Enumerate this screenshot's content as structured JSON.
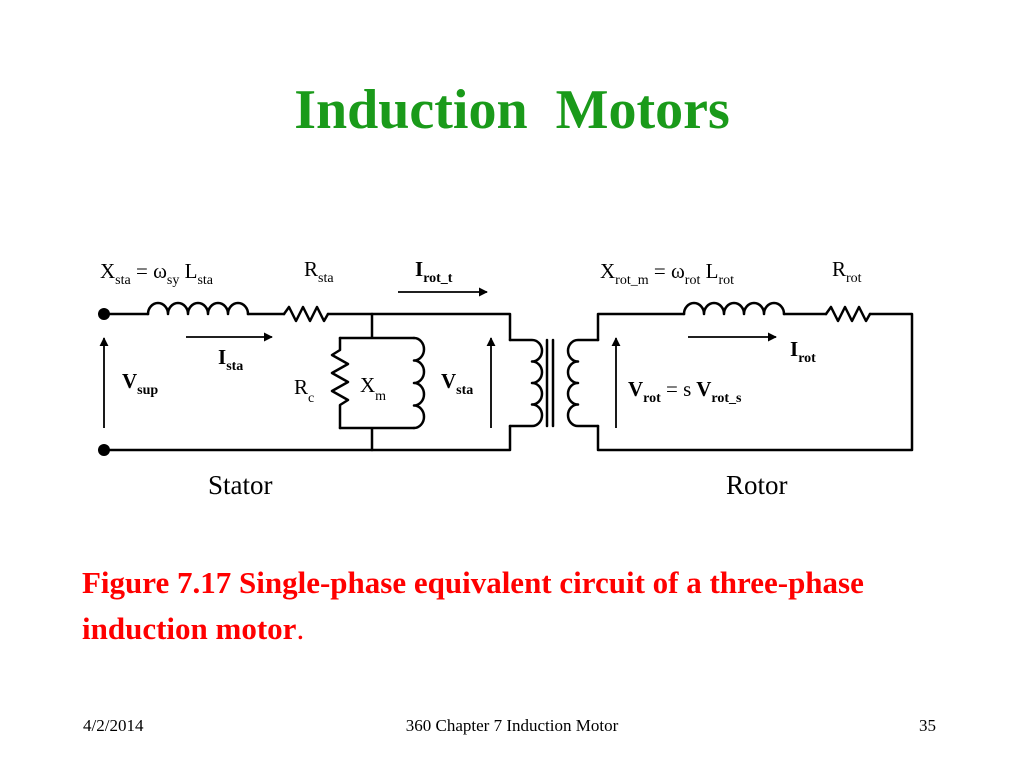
{
  "slide": {
    "title": "Induction  Motors",
    "title_color": "#1a9a1a",
    "caption": {
      "text": "Figure 7.17 Single-phase equivalent circuit of a three-phase induction motor",
      "period": ".",
      "color": "#ff0000"
    },
    "footer": {
      "date": "4/2/2014",
      "center": "360 Chapter 7 Induction Motor",
      "page": "35"
    }
  },
  "diagram": {
    "labels": {
      "x_sta_main": "X",
      "x_sta_sub": "sta",
      "eq1": " = ",
      "omega1": "ω",
      "omega1_sub": "sy",
      "l_sta_main": " L",
      "l_sta_sub": "sta",
      "r_sta_main": "R",
      "r_sta_sub": "sta",
      "i_rot_t_main": "I",
      "i_rot_t_sub": "rot_t",
      "x_rot_main": "X",
      "x_rot_sub": "rot_m",
      "eq2": " = ",
      "omega2": "ω",
      "omega2_sub": "rot",
      "l_rot_main": " L",
      "l_rot_sub": "rot",
      "r_rot_main": "R",
      "r_rot_sub": "rot",
      "i_sta_main": "I",
      "i_sta_sub": "sta",
      "v_sup_main": "V",
      "v_sup_sub": "sup",
      "rc_main": "R",
      "rc_sub": "c",
      "xm_main": "X",
      "xm_sub": "m",
      "v_sta_main": "V",
      "v_sta_sub": "sta",
      "i_rot_main": "I",
      "i_rot_sub": "rot",
      "v_rot_main": "V",
      "v_rot_sub": "rot",
      "eq3": " = ",
      "slip": "s",
      "v_rot_s_main": " V",
      "v_rot_s_sub": "rot_s",
      "stator": "Stator",
      "rotor": "Rotor"
    }
  }
}
